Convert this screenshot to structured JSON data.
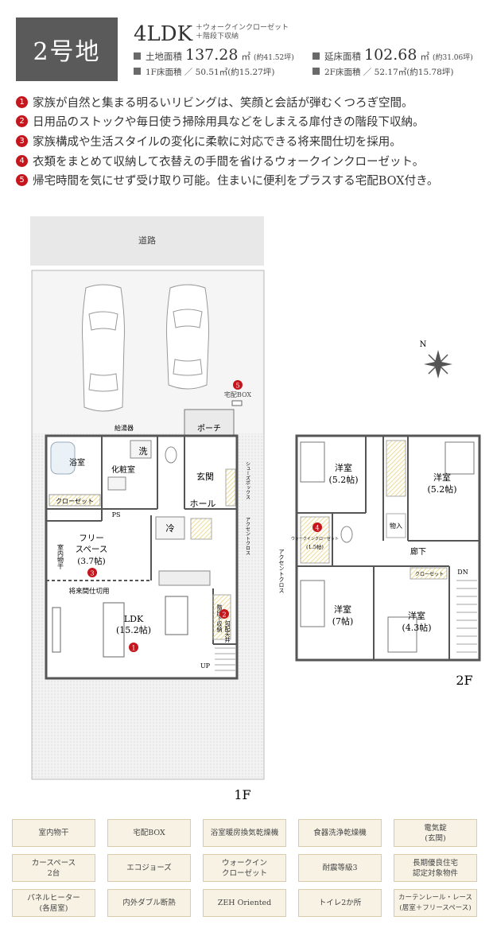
{
  "header": {
    "plot_label": "2号地",
    "layout_type": "4LDK",
    "layout_notes": [
      "＋ウォークインクローゼット",
      "＋階段下収納"
    ],
    "land_area_label": "土地面積",
    "land_area_value": "137.28",
    "land_area_unit": "㎡",
    "land_area_tsubo": "(約41.52坪)",
    "floor_area_label": "延床面積",
    "floor_area_value": "102.68",
    "floor_area_unit": "㎡",
    "floor_area_tsubo": "(約31.06坪)",
    "floor1_area": "1F床面積 ／ 50.51㎡(約15.27坪)",
    "floor2_area": "2F床面積 ／ 52.17㎡(約15.78坪)"
  },
  "features": [
    {
      "num": "1",
      "text": "家族が自然と集まる明るいリビングは、笑顔と会話が弾むくつろぎ空間。"
    },
    {
      "num": "2",
      "text": "日用品のストックや毎日使う掃除用具などをしまえる扉付きの階段下収納。"
    },
    {
      "num": "3",
      "text": "家族構成や生活スタイルの変化に柔軟に対応できる将来間仕切を採用。"
    },
    {
      "num": "4",
      "text": "衣類をまとめて収納して衣替えの手間を省けるウォークインクローゼット。"
    },
    {
      "num": "5",
      "text": "帰宅時間を気にせず受け取り可能。住まいに便利をプラスする宅配BOX付き。"
    }
  ],
  "plan_labels": {
    "road": "道路",
    "delivery_box": "宅配BOX",
    "water_heater": "給湯器",
    "porch": "ポーチ",
    "bath": "浴室",
    "wash": "洗",
    "powder_room": "化粧室",
    "entrance": "玄関",
    "hall": "ホール",
    "closet": "クローゼット",
    "ps": "PS",
    "free_space": "フリー",
    "free_space2": "スペース",
    "free_space_size": "(3.7帖)",
    "indoor_dry": "室内物干",
    "fridge": "冷",
    "future_partition": "将来間仕切用",
    "ldk": "LDK",
    "ldk_size": "(15.2帖)",
    "under_stair": "階段下収納",
    "sloped_ceiling": "勾配天井",
    "up": "UP",
    "shoes_box": "シューズボックス",
    "accent_cross_1f": "アクセントクロス",
    "floor1": "1F",
    "w1": "洋室",
    "w1_size": "(5.2帖)",
    "w2": "洋室",
    "w2_size": "(5.2帖)",
    "wic": "ウォークインクローゼット",
    "wic_size": "(1.5帖)",
    "storage": "物入",
    "w3": "洋室",
    "w3_size": "(7帖)",
    "w4": "洋室",
    "w4_size": "(4.3帖)",
    "corridor": "廊下",
    "closet2": "クローゼット",
    "dn": "DN",
    "accent_cross_2f": "アクセントクロス",
    "floor2": "2F",
    "north": "N"
  },
  "amenities": [
    "室内物干",
    "宅配BOX",
    "浴室暖房換気乾燥機",
    "食器洗浄乾燥機",
    "電気錠\n(玄関)",
    "カースペース\n2台",
    "エコジョーズ",
    "ウォークイン\nクローゼット",
    "耐震等級3",
    "長期優良住宅\n認定対象物件",
    "パネルヒーター\n(各居室)",
    "内外ダブル断熱",
    "ZEH Oriented",
    "トイレ2か所",
    "カーテンレール・レース\n(居室＋フリースペース)"
  ],
  "colors": {
    "accent_red": "#c4161c",
    "badge_gray": "#5a5a5a",
    "tag_bg": "#f7f2e4",
    "wall": "#555555"
  }
}
